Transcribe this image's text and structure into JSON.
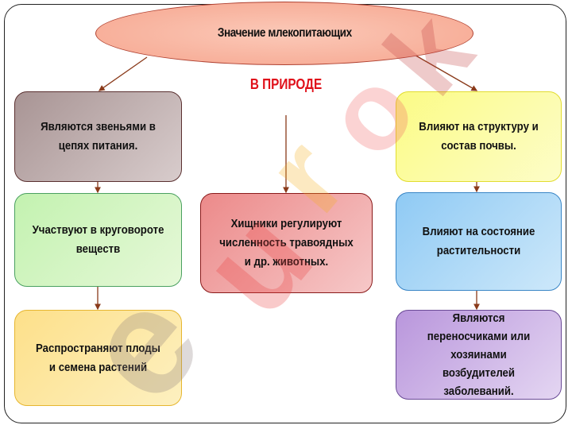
{
  "title": "Значение млекопитающих",
  "subtitle": "В ПРИРОДЕ",
  "boxes": {
    "food_chain": "Являются звеньями в цепях питания.",
    "soil": "Влияют на структуру и состав почвы.",
    "cycle": "Участвуют в круговороте веществ",
    "predators": "Хищники регулируют численность травоядных и др. животных.",
    "vegetation": "Влияют на состояние растительности",
    "seeds": "Распространяют плоды и семена растений",
    "disease": "Являются переносчиками или хозяинами возбудителей заболеваний."
  },
  "watermark": "euroki",
  "colors": {
    "arrow": "#8a3a1a",
    "subtitle": "#e0101a"
  }
}
